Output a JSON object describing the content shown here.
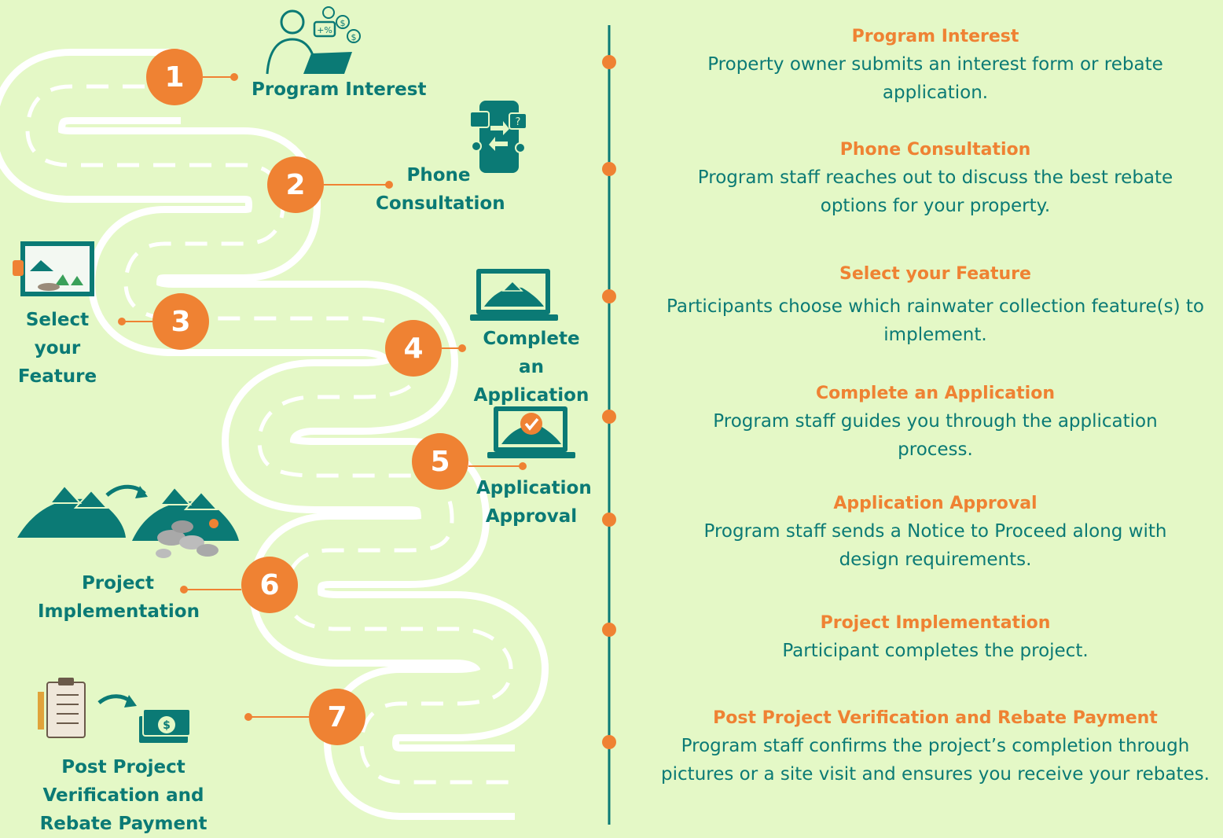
{
  "colors": {
    "background": "#e4f8c6",
    "teal": "#0b7a75",
    "orange": "#ef8233",
    "road": "#ffffff"
  },
  "steps": [
    {
      "number": "1",
      "label": "Program Interest",
      "icon": "person-laptop-finance-icon",
      "title": "Program Interest",
      "description": "Property owner submits an interest form or rebate application."
    },
    {
      "number": "2",
      "label": "Phone Consultation",
      "icon": "phone-consultation-icon",
      "title": "Phone Consultation",
      "description": "Program staff reaches out to discuss the best rebate options for your property."
    },
    {
      "number": "3",
      "label": "Select your Feature",
      "icon": "clipboard-garden-icon",
      "title": "Select your Feature",
      "description": "Participants choose which rainwater collection feature(s) to implement."
    },
    {
      "number": "4",
      "label": "Complete an Application",
      "icon": "laptop-house-icon",
      "title": "Complete an Application",
      "description": "Program staff guides you through the application process."
    },
    {
      "number": "5",
      "label": "Application Approval",
      "icon": "laptop-approved-icon",
      "title": "Application Approval",
      "description": "Program staff sends a Notice to Proceed along with design requirements."
    },
    {
      "number": "6",
      "label": "Project Implementation",
      "icon": "house-to-rock-garden-icon",
      "title": "Project Implementation",
      "description": "Participant completes the project."
    },
    {
      "number": "7",
      "label": "Post Project Verification and Rebate Payment",
      "icon": "checklist-to-money-icon",
      "title": "Post Project Verification and Rebate Payment",
      "description": "Program staff confirms the project’s completion through pictures or a site visit and ensures you receive your rebates."
    }
  ]
}
